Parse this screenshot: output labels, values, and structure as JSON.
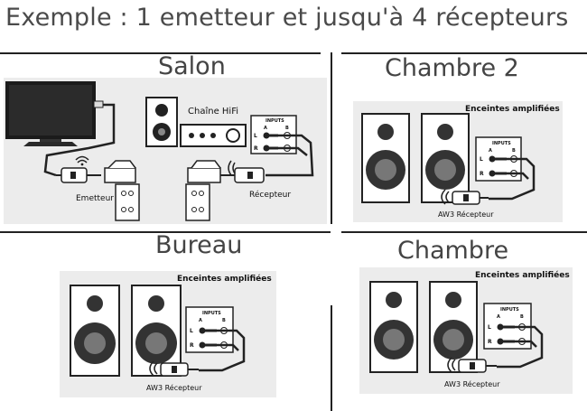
{
  "page_title": "Exemple : 1 emetteur et jusqu'à 4 récepteurs",
  "rooms": {
    "salon": {
      "name": "Salon",
      "hifi_label": "Chaîne HiFi",
      "inputs_label": "INPUTS",
      "channel_a": "A",
      "channel_b": "B",
      "left": "L",
      "right": "R",
      "transmitter_label": "Emetteur",
      "receiver_label": "Récepteur"
    },
    "chambre2": {
      "name": "Chambre 2",
      "speakers_label": "Enceintes amplifiées",
      "inputs_label": "INPUTS",
      "channel_a": "A",
      "channel_b": "B",
      "left": "L",
      "right": "R",
      "receiver_label": "AW3 Récepteur"
    },
    "bureau": {
      "name": "Bureau",
      "speakers_label": "Enceintes amplifiées",
      "inputs_label": "INPUTS",
      "channel_a": "A",
      "channel_b": "B",
      "left": "L",
      "right": "R",
      "receiver_label": "AW3 Récepteur"
    },
    "chambre": {
      "name": "Chambre",
      "speakers_label": "Enceintes amplifiées",
      "inputs_label": "INPUTS",
      "channel_a": "A",
      "channel_b": "B",
      "left": "L",
      "right": "R",
      "receiver_label": "AW3 Récepteur"
    }
  }
}
